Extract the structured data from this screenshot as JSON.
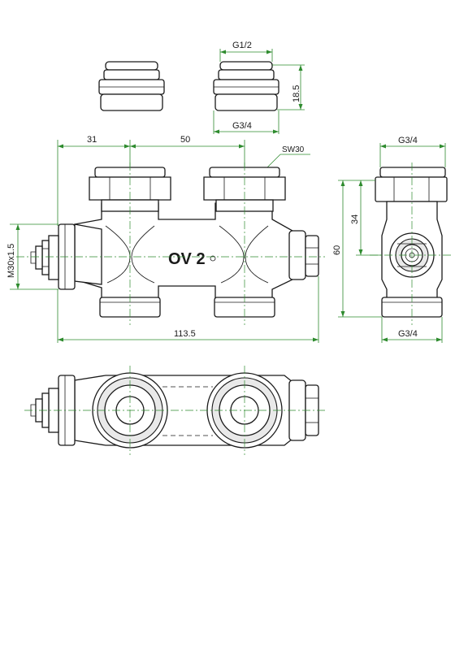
{
  "dimensions": {
    "top_thread": "G1/2",
    "height_small": "18.5",
    "bottom_thread_top": "G3/4",
    "spacing_left": "31",
    "spacing_center": "50",
    "wrench": "SW30",
    "side_thread_top": "G3/4",
    "side_34": "34",
    "side_60": "60",
    "side_thread_bottom": "G3/4",
    "left_thread": "M30x1.5",
    "total_length": "113.5"
  },
  "body": {
    "marking": "OV 2"
  },
  "colors": {
    "dimension": "#2e8b2e",
    "outline": "#1a1a1a"
  }
}
